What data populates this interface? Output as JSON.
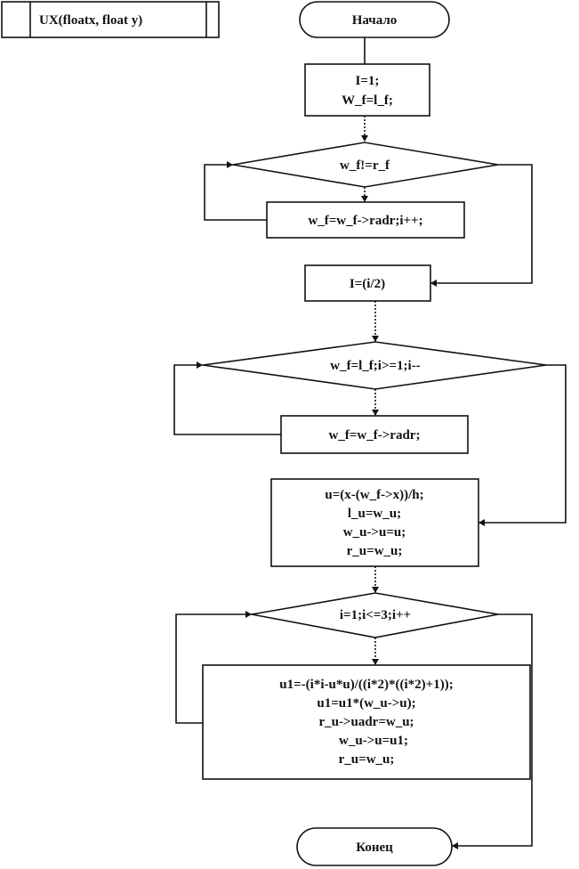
{
  "header": {
    "signature": "UX(floatx,  float  y)"
  },
  "blocks": {
    "start": "Начало",
    "init_lines": [
      "I=1;",
      "W_f=l_f;"
    ],
    "cond1": "w_f!=r_f",
    "body1": "w_f=w_f->radr;i++;",
    "half": "I=(i/2)",
    "cond2": "w_f=l_f;i>=1;i--",
    "body2": "w_f=w_f->radr;",
    "setup_lines": [
      "u=(x-(w_f->x))/h;",
      "l_u=w_u;",
      "w_u->u=u;",
      "r_u=w_u;"
    ],
    "cond3": "i=1;i<=3;i++",
    "calc_lines": [
      "u1=-(i*i-u*u)/((i*2)*((i*2)+1));",
      "u1=u1*(w_u->u);",
      "r_u->uadr=w_u;",
      "w_u->u=u1;",
      "r_u=w_u;"
    ],
    "end": "Конец"
  }
}
